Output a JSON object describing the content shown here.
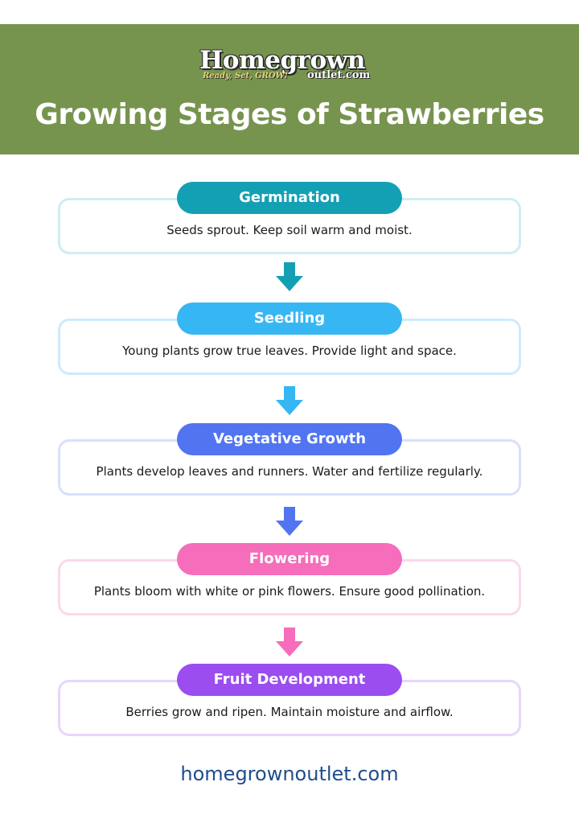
{
  "brand": {
    "name": "Homegrown",
    "tagline": "Ready, Set, GROW!",
    "domain": "outlet.com"
  },
  "title": "Growing Stages of Strawberries",
  "stages": [
    {
      "name": "Germination",
      "description": "Seeds sprout. Keep soil warm and moist.",
      "color": "#14a0b4",
      "border": "#cdeef3"
    },
    {
      "name": "Seedling",
      "description": "Young plants grow true leaves. Provide light and space.",
      "color": "#36b7f3",
      "border": "#cfeafb"
    },
    {
      "name": "Vegetative Growth",
      "description": "Plants develop leaves and runners. Water and fertilize regularly.",
      "color": "#5175f1",
      "border": "#d9e0fb"
    },
    {
      "name": "Flowering",
      "description": "Plants bloom with white or pink flowers. Ensure good pollination.",
      "color": "#f56dbb",
      "border": "#fbd9ec"
    },
    {
      "name": "Fruit Development",
      "description": "Berries grow and ripen. Maintain moisture and airflow.",
      "color": "#9b4df0",
      "border": "#e6d7fb"
    }
  ],
  "arrow_colors": [
    "#14a0b4",
    "#36b7f3",
    "#5175f1",
    "#f56dbb"
  ],
  "footer": "homegrownoutlet.com"
}
